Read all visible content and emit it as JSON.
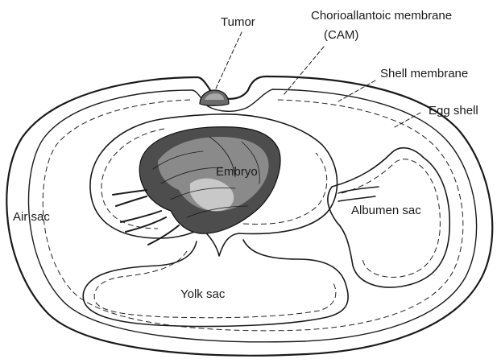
{
  "labels": {
    "tumor": "Tumor",
    "cam_line1": "Chorioallantoic membrane",
    "cam_line2": "(CAM)",
    "shell_membrane": "Shell membrane",
    "egg_shell": "Egg shell",
    "embryo": "Embryo",
    "air_sac": "Air sac",
    "albumen_sac": "Albumen sac",
    "yolk_sac": "Yolk sac"
  }
}
